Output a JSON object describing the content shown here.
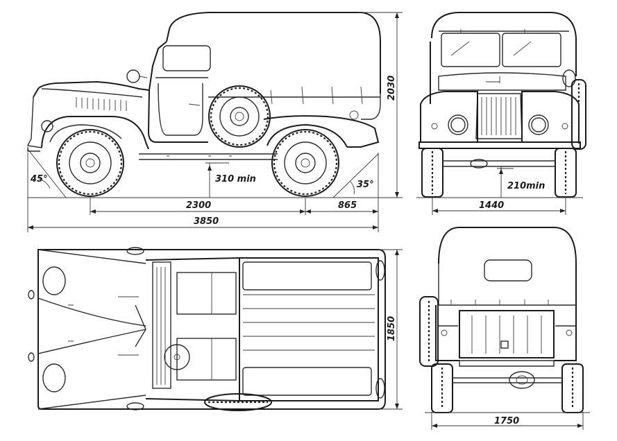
{
  "dimensions": {
    "height": "2030",
    "wheelbase": "2300",
    "rear_overhang": "865",
    "length": "3850",
    "ground_clearance_side": "310 min",
    "approach_angle": "45°",
    "departure_angle": "35°",
    "track": "1440",
    "ground_clearance_front": "210min",
    "width_top": "1850",
    "width_rear": "1750"
  }
}
